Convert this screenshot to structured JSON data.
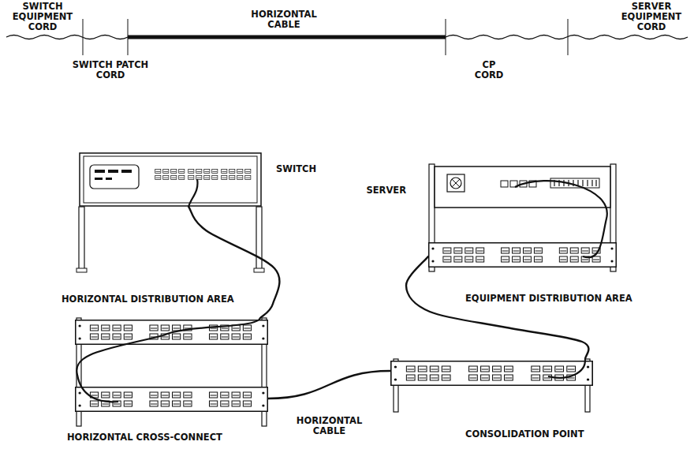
{
  "diagram": {
    "nodes": [
      {
        "text": [
          "SWITCH"
        ]
      },
      {
        "text": [
          "SERVER"
        ]
      },
      {
        "text": [
          "HORIZONTAL CROSS-CONNECT"
        ]
      },
      {
        "text": [
          "CONSOLIDATION POINT"
        ]
      }
    ],
    "edges": [
      {
        "from": 0,
        "to": 2,
        "arrow": "none"
      },
      {
        "from": 2,
        "to": 3,
        "label": "HORIZONTAL CABLE",
        "arrow": "none"
      },
      {
        "from": 3,
        "to": 1,
        "arrow": "none"
      }
    ],
    "labels": [
      "SWITCH EQUIPMENT CORD",
      "HORIZONTAL CABLE",
      "SERVER EQUIPMENT CORD",
      "SWITCH PATCH CORD",
      "CP CORD",
      "HORIZONTAL DISTRIBUTION AREA",
      "EQUIPMENT DISTRIBUTION AREA"
    ]
  }
}
